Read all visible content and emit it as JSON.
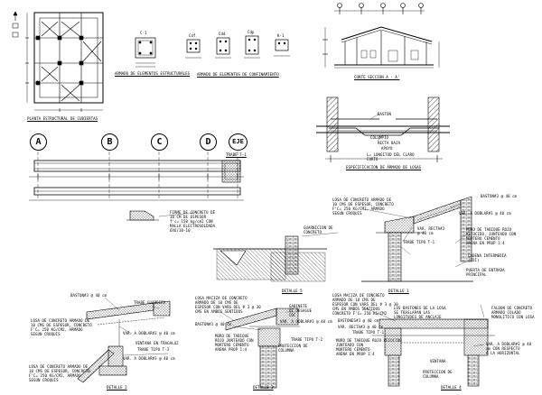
{
  "drawing": {
    "view_titles": {
      "planta": "PLANTA ESTRUCTURAL DE CUBIERTAS",
      "armado_estructurales": "ARMADO DE ELEMENTOS ESTRUCTURALES",
      "armado_confinamiento": "ARMADO DE ELEMENTOS DE CONFINAMIENTO",
      "corte": "CORTE SECCION A - A'",
      "especificacion": "ESPECIFICACION DE ARMADO DE LOSAS",
      "detalle_1": "DETALLE 1",
      "detalle_2": "DETALLE 2",
      "detalle_3": "DETALLE 3",
      "detalle_4": "DETALLE 4",
      "detalle_5": "DETALLE 5",
      "trabe": "TRABE T-1"
    },
    "axis_labels": [
      "A",
      "B",
      "C",
      "D",
      "EJE"
    ],
    "section_tags": [
      "C-1",
      "Cdf",
      "Cdd",
      "Cdp",
      "K-1"
    ],
    "slab_spec": {
      "baston": "BASTON",
      "columpio": "COLUMPIO",
      "recta_baja": "RECTA BAJA",
      "apoyo": "APOYO",
      "longitud": "L= LONGITUD DEL CLARO\nCORTO"
    },
    "notes": {
      "firme": "FIRME DE CONCRETO DE\n10 CM DE ESPESOR\nf'c= 150 kg/cm2 CON\nMALLA ELECTROSOLDADA\n6X6/10-10",
      "losa_d1": "LOSA DE CONCRETO ARMADO DE\n10 CMS DE ESPESOR, CONCRETO\nF'C= 250 KG/CM2, ARMADO\nSEGUN CROQUIS",
      "baston_d1": "BASTON#3 @ 40 cm",
      "var_d1": "VAR. A DOBLAR#3 @ 40 cm",
      "var_recta_d1": "VAR. RECTA#3\n@ 40 cm",
      "trabe_d1": "TRABE TIPO T-1",
      "muro_d1": "MURO DE TABIQUE ROJO\nRECOCIDO, JUNTEADO CON\nMORTERO CEMENTO\nARENA EN PROP 1:4",
      "cadena_d1": "CADENA INTERMEDIA\n(CDI)",
      "puerta_d1": "PUERTA DE ENTRADA\nPRINCIPAL",
      "guarnicion": "GUARNICION DE\nCONCRETO",
      "baston_d2": "BASTON#3 @ 40 cm",
      "trabe_d2": "TRABE GUARDERA",
      "losa_d2": "LOSA DE CONCRETO ARMADO DE\n10 CMS DE ESPESOR, CONCRETO\nF'C= 250 KG/CM2, ARMADO\nSEGUN CROQUIS",
      "var_d2": "VAR. A DOBLAR#3 @ 40 cm",
      "ventana_d2": "VENTANA EN TRAGALUZ",
      "trabe_t3": "TRABE TIPO T-3",
      "var_d2b": "VAR. A DOBLAR#3 @ 40 cm",
      "losa_d2b": "LOSA DE CONCRETO ARMADO DE\n10 CMS DE ESPESOR, CONCRETO\nF'C= 250 KG/CM2, ARMADO\nSEGUN CROQUIS",
      "losa_d3": "LOSA MACIZA DE CONCRETO\nARMADO DE 10 CMS DE\nESPESOR CON VARS DEL # 3 @ 30\nCMS EN AMBOS SENTIDOS",
      "baston_d3": "BASTON#3 @ 40 cm",
      "var_d3": "VAR. A DOBLAR#3 @ 40 cm",
      "muro_d3": "MURO DE TABIQUE\nROJO JUNTEADO CON\nMORTERO CEMENTO\nARENA PROP 1:4",
      "gabinete_d3": "GABINETE\nDE DESAGUE\nCDC",
      "trabe_t2": "TRABE TIPO T-2",
      "proteccion_d3": "PROTECCION DE\nCOLUMNA",
      "losa_d4": "LOSA MACIZA DE CONCRETO\nARMADO DE 10 CMS DE\nESPESOR CON VARS DEL # 3 @ 30\nCMS EN AMBOS SENTIDOS\nCONCRETO F'C= 250 KG/CM2",
      "bastones_d4": "BASTONES#3 @ 40 cm",
      "var_recta_d4": "VAR. RECTA#3 @ 40 cm",
      "trabe_t1_d4": "TRABE TIPO T-1",
      "muro_d4": "MURO DE TABIQUE ROJO RECOCIDO\nJUNTEADO CON\nMORTERO CEMENTO\nARENA EN PROP 1:4",
      "baston_lengths": "LOS BASTONES DE LA LOSA\nSE TRASLAPAN LAS\nLONGITUDES DE ANCLAJE",
      "faldon": "FALDON DE CONCRETO\nARMADO COLADO\nMONOLITICO CON LOSA",
      "var_d4": "VAR. A DOBLAR#3 @ 40\ncm CON RESPECTO\nA LA HORIZONTAL",
      "proteccion_d4": "PROTECCION DE\nCOLUMNA",
      "ventana": "VENTANA"
    }
  }
}
